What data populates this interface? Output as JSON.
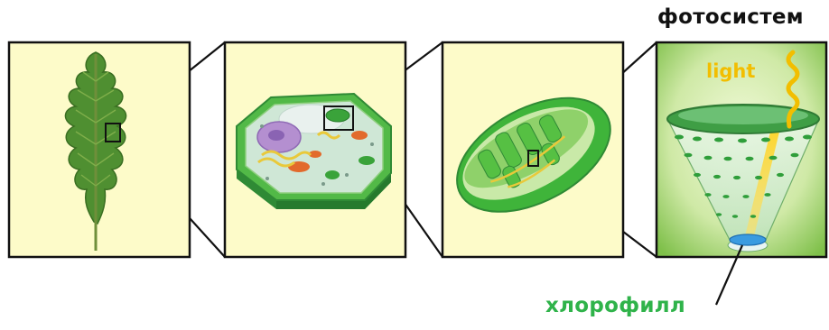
{
  "labels": {
    "photosystem": "фотосистем",
    "light": "light",
    "chlorophyll": "хлорофилл"
  },
  "colors": {
    "panel_background": "#fdfbc9",
    "leaf_green": "#4a8a2c",
    "cell_green": "#3fa542",
    "chloroplast_green": "#3fb43a",
    "light_yellow": "#f5c400",
    "chlorophyll_label": "#2fb34a",
    "reaction_center_blue": "#3a9be0"
  },
  "panels": [
    {
      "name": "leaf"
    },
    {
      "name": "plant-cell"
    },
    {
      "name": "chloroplast"
    },
    {
      "name": "photosystem"
    }
  ]
}
